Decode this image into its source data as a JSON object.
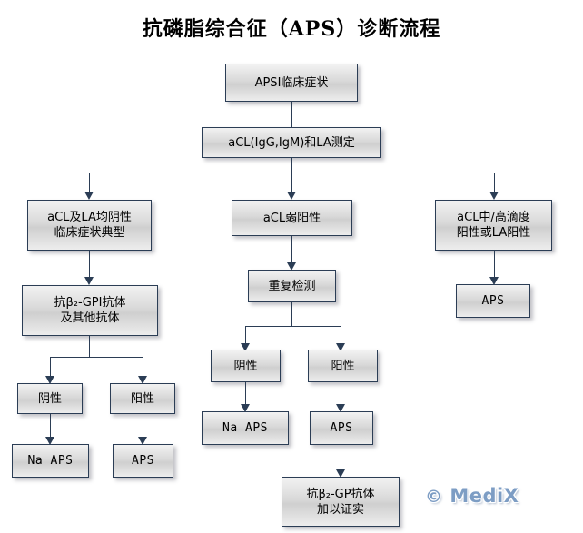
{
  "page": {
    "title": "抗磷脂综合征（APS）诊断流程",
    "background_color": "#ffffff",
    "box_border_color": "#2b3d55",
    "connector_color": "#2b3d55"
  },
  "nodes": {
    "aps_clinical": "APSI临床症状",
    "acl_la_test": "aCL(IgG,IgM)和LA测定",
    "branch_left": "aCL及LA均阴性\n临床症状典型",
    "branch_middle": "aCL弱阳性",
    "branch_right": "aCL中/高滴度\n阳性或LA阳性",
    "anti_b2gpi": "抗β₂-GPⅠ抗体\n及其他抗体",
    "left_negative": "阴性",
    "left_positive": "阳性",
    "left_neg_result": "Na APS",
    "left_pos_result": "APS",
    "repeat_test": "重复检测",
    "mid_negative": "阴性",
    "mid_positive": "阳性",
    "mid_neg_result": "Na APS",
    "mid_pos_result": "APS",
    "confirm_b2gp": "抗β₂-GP抗体\n加以证实",
    "right_result": "APS"
  },
  "watermark": {
    "copyright_symbol": "©",
    "brand": "MediX",
    "color": "#7d9dc4"
  }
}
